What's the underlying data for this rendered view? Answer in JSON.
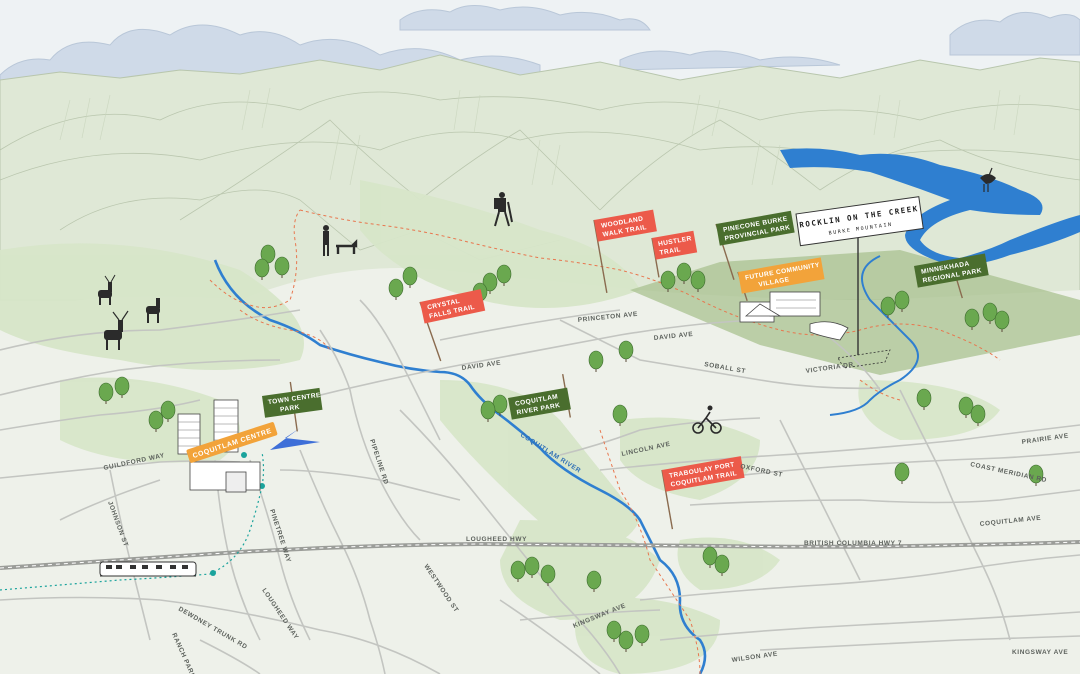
{
  "map": {
    "colors": {
      "sky": "#eef2f4",
      "mountain": "#dfe8d6",
      "land": "#eef1ea",
      "park": "#d7e6c9",
      "park_dark": "#a9c290",
      "water": "#2f7fd0",
      "road": "#c3c5c1",
      "highway": "#9b9d99",
      "trail": "#e8764e",
      "transit": "#1aa39c",
      "flag_red": "#ec5a4a",
      "flag_green": "#4a6e2e",
      "flag_orange": "#f2a33a",
      "tree": "#6aa84f"
    },
    "sign": {
      "title": "ROCKLIN ON THE CREEK",
      "subtitle": "BURKE MOUNTAIN"
    },
    "centre_banner": "COQUITLAM CENTRE",
    "flags": [
      {
        "id": "woodland",
        "text": [
          "WOODLAND",
          "WALK TRAIL"
        ],
        "color": "red"
      },
      {
        "id": "hustler",
        "text": [
          "HUSTLER",
          "TRAIL"
        ],
        "color": "red"
      },
      {
        "id": "pinecone",
        "text": [
          "PINECONE BURKE",
          "PROVINCIAL PARK"
        ],
        "color": "green"
      },
      {
        "id": "minnekhada",
        "text": [
          "MINNEKHADA",
          "REGIONAL PARK"
        ],
        "color": "green"
      },
      {
        "id": "crystal",
        "text": [
          "CRYSTAL",
          "FALLS TRAIL"
        ],
        "color": "red"
      },
      {
        "id": "future",
        "text": [
          "FUTURE COMMUNITY",
          "VILLAGE"
        ],
        "color": "orange"
      },
      {
        "id": "towncentre",
        "text": [
          "TOWN CENTRE",
          "PARK"
        ],
        "color": "green"
      },
      {
        "id": "coqriver",
        "text": [
          "COQUITLAM",
          "RIVER PARK"
        ],
        "color": "green"
      },
      {
        "id": "traboulay",
        "text": [
          "TRABOULAY PORT",
          "COQUITLAM TRAIL"
        ],
        "color": "red"
      }
    ],
    "roads": {
      "princeton": "PRINCETON AVE",
      "david_ave_n": "DAVID AVE",
      "david_ave_w": "DAVID AVE",
      "soball": "SOBALL ST",
      "victoria": "VICTORIA DR",
      "prairie": "PRAIRIE AVE",
      "coast_meridian": "COAST MERIDIAN RD",
      "coquitlam_ave": "COQUITLAM AVE",
      "lincoln": "LINCOLN AVE",
      "oxford": "OXFORD ST",
      "pipeline": "PIPELINE RD",
      "guildford": "GUILDFORD WAY",
      "johnson": "JOHNSON ST",
      "pinetree": "PINETREE WAY",
      "lougheed_hwy": "LOUGHEED HWY",
      "bc_hwy7": "BRITISH COLUMBIA HWY 7",
      "westwood": "WESTWOOD ST",
      "lougheed_way": "LOUGHEED WAY",
      "dewdney": "DEWDNEY TRUNK RD",
      "ranch_park": "RANCH PARK WAY",
      "kingsway_w": "KINGSWAY AVE",
      "kingsway_e": "KINGSWAY AVE",
      "wilson": "WILSON AVE"
    },
    "river_label": "COQUITLAM RIVER"
  }
}
